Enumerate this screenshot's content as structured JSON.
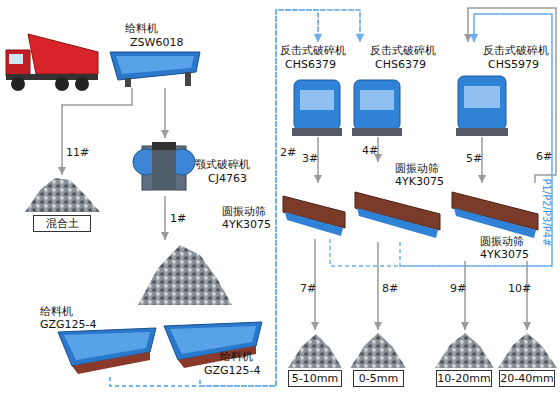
{
  "diagram": {
    "nodes": [
      {
        "text": [
          "给料机",
          "ZSW6018"
        ]
      },
      {
        "text": [
          "颚式破碎机",
          "CJ4763"
        ]
      },
      {
        "text": [
          "混合土"
        ]
      },
      {
        "text": [
          "给料机",
          "GZG125-4"
        ]
      },
      {
        "text": [
          "给料机",
          "GZG125-4"
        ]
      },
      {
        "text": [
          "反击式破碎机",
          "CHS6379"
        ]
      },
      {
        "text": [
          "反击式破碎机",
          "CHS6379"
        ]
      },
      {
        "text": [
          "反击式破碎机",
          "CHS5979"
        ]
      },
      {
        "text": [
          "圆振动筛",
          "4YK3075"
        ]
      },
      {
        "text": [
          "圆振动筛",
          "4YK3075"
        ]
      },
      {
        "text": [
          "圆振动筛",
          "4YK3075"
        ]
      },
      {
        "text": [
          "5-10mm"
        ]
      },
      {
        "text": [
          "0-5mm"
        ]
      },
      {
        "text": [
          "10-20mm"
        ]
      },
      {
        "text": [
          "20-40mm"
        ]
      }
    ],
    "edges": [
      {
        "from": 0,
        "to": 1,
        "arrow": "to"
      },
      {
        "from": 0,
        "to": 2,
        "label": "11#",
        "arrow": "to"
      },
      {
        "from": 3,
        "to": 5,
        "label": "2#",
        "arrow": "to"
      },
      {
        "from": 3,
        "to": 6,
        "arrow": "to"
      },
      {
        "from": 4,
        "to": 5,
        "arrow": "to"
      },
      {
        "from": 4,
        "to": 6,
        "arrow": "to"
      },
      {
        "from": 5,
        "to": 8,
        "label": "3#",
        "arrow": "to"
      },
      {
        "from": 6,
        "to": 9,
        "label": "4#",
        "arrow": "to"
      },
      {
        "from": 7,
        "to": 10,
        "label": "5#",
        "arrow": "to"
      },
      {
        "from": 10,
        "to": 7,
        "label": "6#",
        "arrow": "to"
      },
      {
        "from": 8,
        "to": 7,
        "label": "P1/P2/P3/P4#",
        "arrow": "to"
      },
      {
        "from": 9,
        "to": 7,
        "arrow": "to"
      },
      {
        "from": 8,
        "to": 11,
        "label": "7#",
        "arrow": "to"
      },
      {
        "from": 9,
        "to": 12,
        "label": "8#",
        "arrow": "to"
      },
      {
        "from": 10,
        "to": 13,
        "label": "9#",
        "arrow": "to"
      },
      {
        "from": 10,
        "to": 14,
        "label": "10#",
        "arrow": "to"
      }
    ],
    "labels": [
      "1#"
    ]
  }
}
